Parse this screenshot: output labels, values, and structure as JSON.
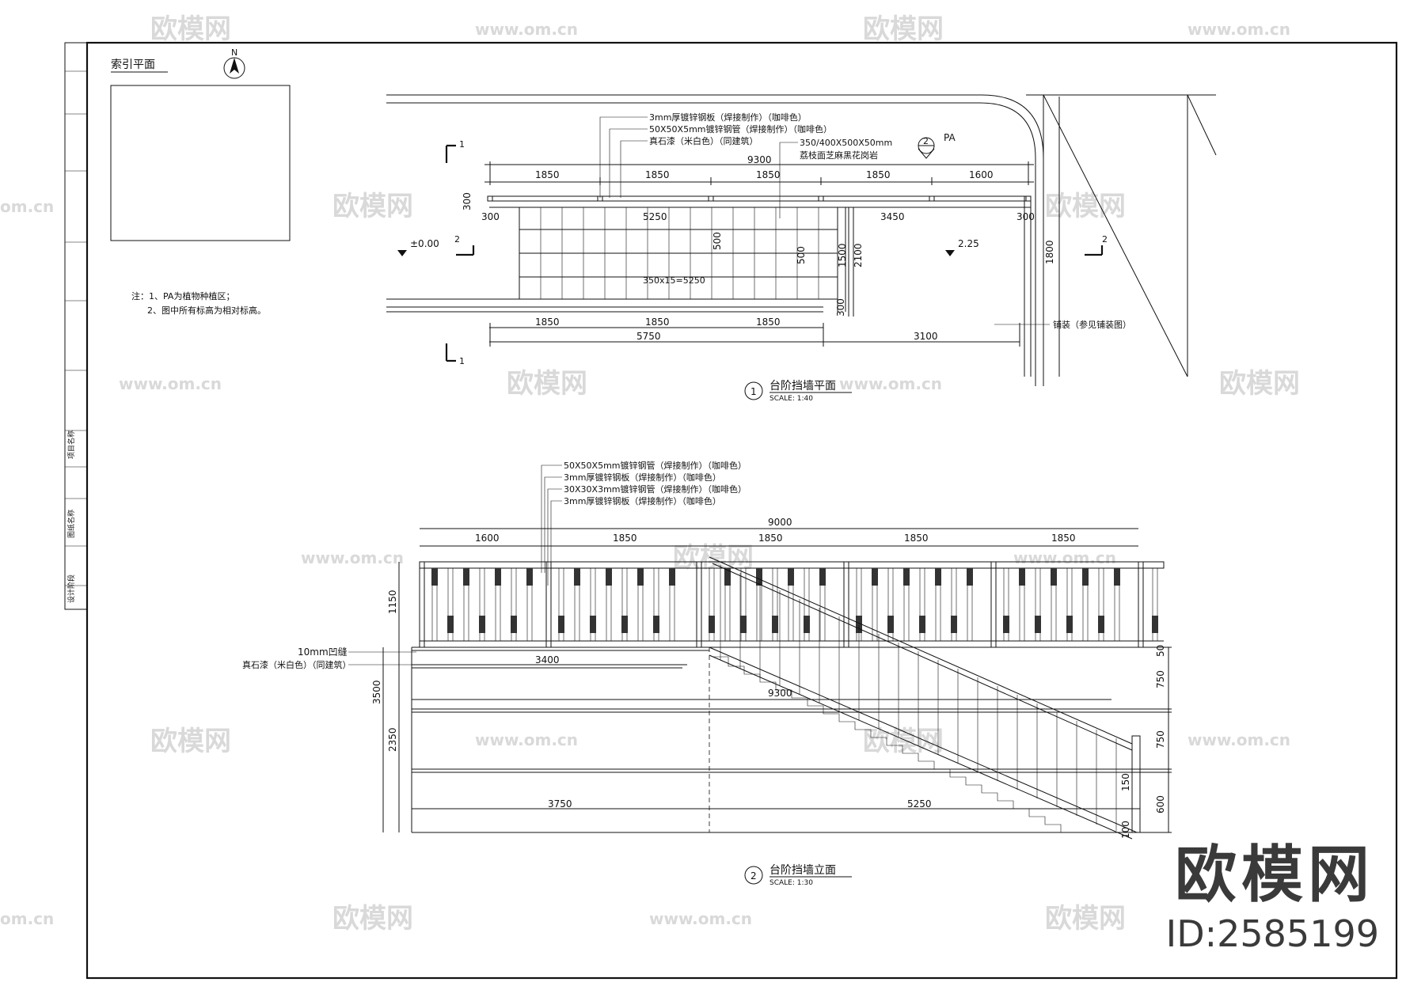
{
  "index_plan": {
    "title": "索引平面",
    "north": "N"
  },
  "notes": [
    "注：1、PA为植物种植区；",
    "2、图中所有标高为相对标高。"
  ],
  "plan_view": {
    "number": "1",
    "title": "台阶挡墙平面",
    "scale": "SCALE:  1:40",
    "callouts": [
      "3mm厚镀锌钢板（焊接制作）（咖啡色）",
      "50X50X5mm镀锌钢管（焊接制作）（咖啡色）",
      "真石漆（米白色）（同建筑）",
      "350/400X500X50mm",
      "荔枝面芝麻黑花岗岩"
    ],
    "pa_label": "PA",
    "pa_marker": "2",
    "section_marks": [
      "1",
      "1",
      "2",
      "2"
    ],
    "levels": [
      "±0.00",
      "2.25"
    ],
    "dims_top_total": "9300",
    "dims_top": [
      "1850",
      "1850",
      "1850",
      "1850",
      "1600"
    ],
    "dims_mid": [
      "300",
      "5250",
      "3450",
      "300"
    ],
    "dim_300_v": "300",
    "dim_steps_500": "500",
    "dim_steps_500b": "500",
    "dim_1500": "1500",
    "dim_2100": "2100",
    "dim_300b": "300",
    "dim_1800": "1800",
    "steps_note": "350x15=5250",
    "dims_bottom": [
      "1850",
      "1850",
      "1850"
    ],
    "dims_bottom2": [
      "5750",
      "3100"
    ],
    "side_note": "铺装（参见铺装图）"
  },
  "elevation_view": {
    "number": "2",
    "title": "台阶挡墙立面",
    "scale": "SCALE:  1:30",
    "callouts": [
      "50X50X5mm镀锌钢管（焊接制作）（咖啡色）",
      "3mm厚镀锌钢板（焊接制作）（咖啡色）",
      "30X30X3mm镀锌钢管（焊接制作）（咖啡色）",
      "3mm厚镀锌钢板（焊接制作）（咖啡色）"
    ],
    "wall_notes": [
      "10mm凹缝",
      "真石漆（米白色）（同建筑）"
    ],
    "dims_top_total": "9000",
    "dims_top": [
      "1600",
      "1850",
      "1850",
      "1850",
      "1850"
    ],
    "dim_3400": "3400",
    "dim_9300": "9300",
    "dim_3750": "3750",
    "dim_5250": "5250",
    "dims_left": [
      "1150",
      "3500",
      "2350"
    ],
    "dims_right": [
      "50",
      "750",
      "750",
      "150",
      "600",
      "100"
    ]
  },
  "title_block": [
    "项目名称",
    "图纸名称",
    "设计阶段"
  ],
  "watermarks": {
    "brand": "欧模网",
    "url": "www.om.cn",
    "short": "om.cn"
  },
  "footer": {
    "brand": "欧模网",
    "id": "ID:2585199"
  }
}
